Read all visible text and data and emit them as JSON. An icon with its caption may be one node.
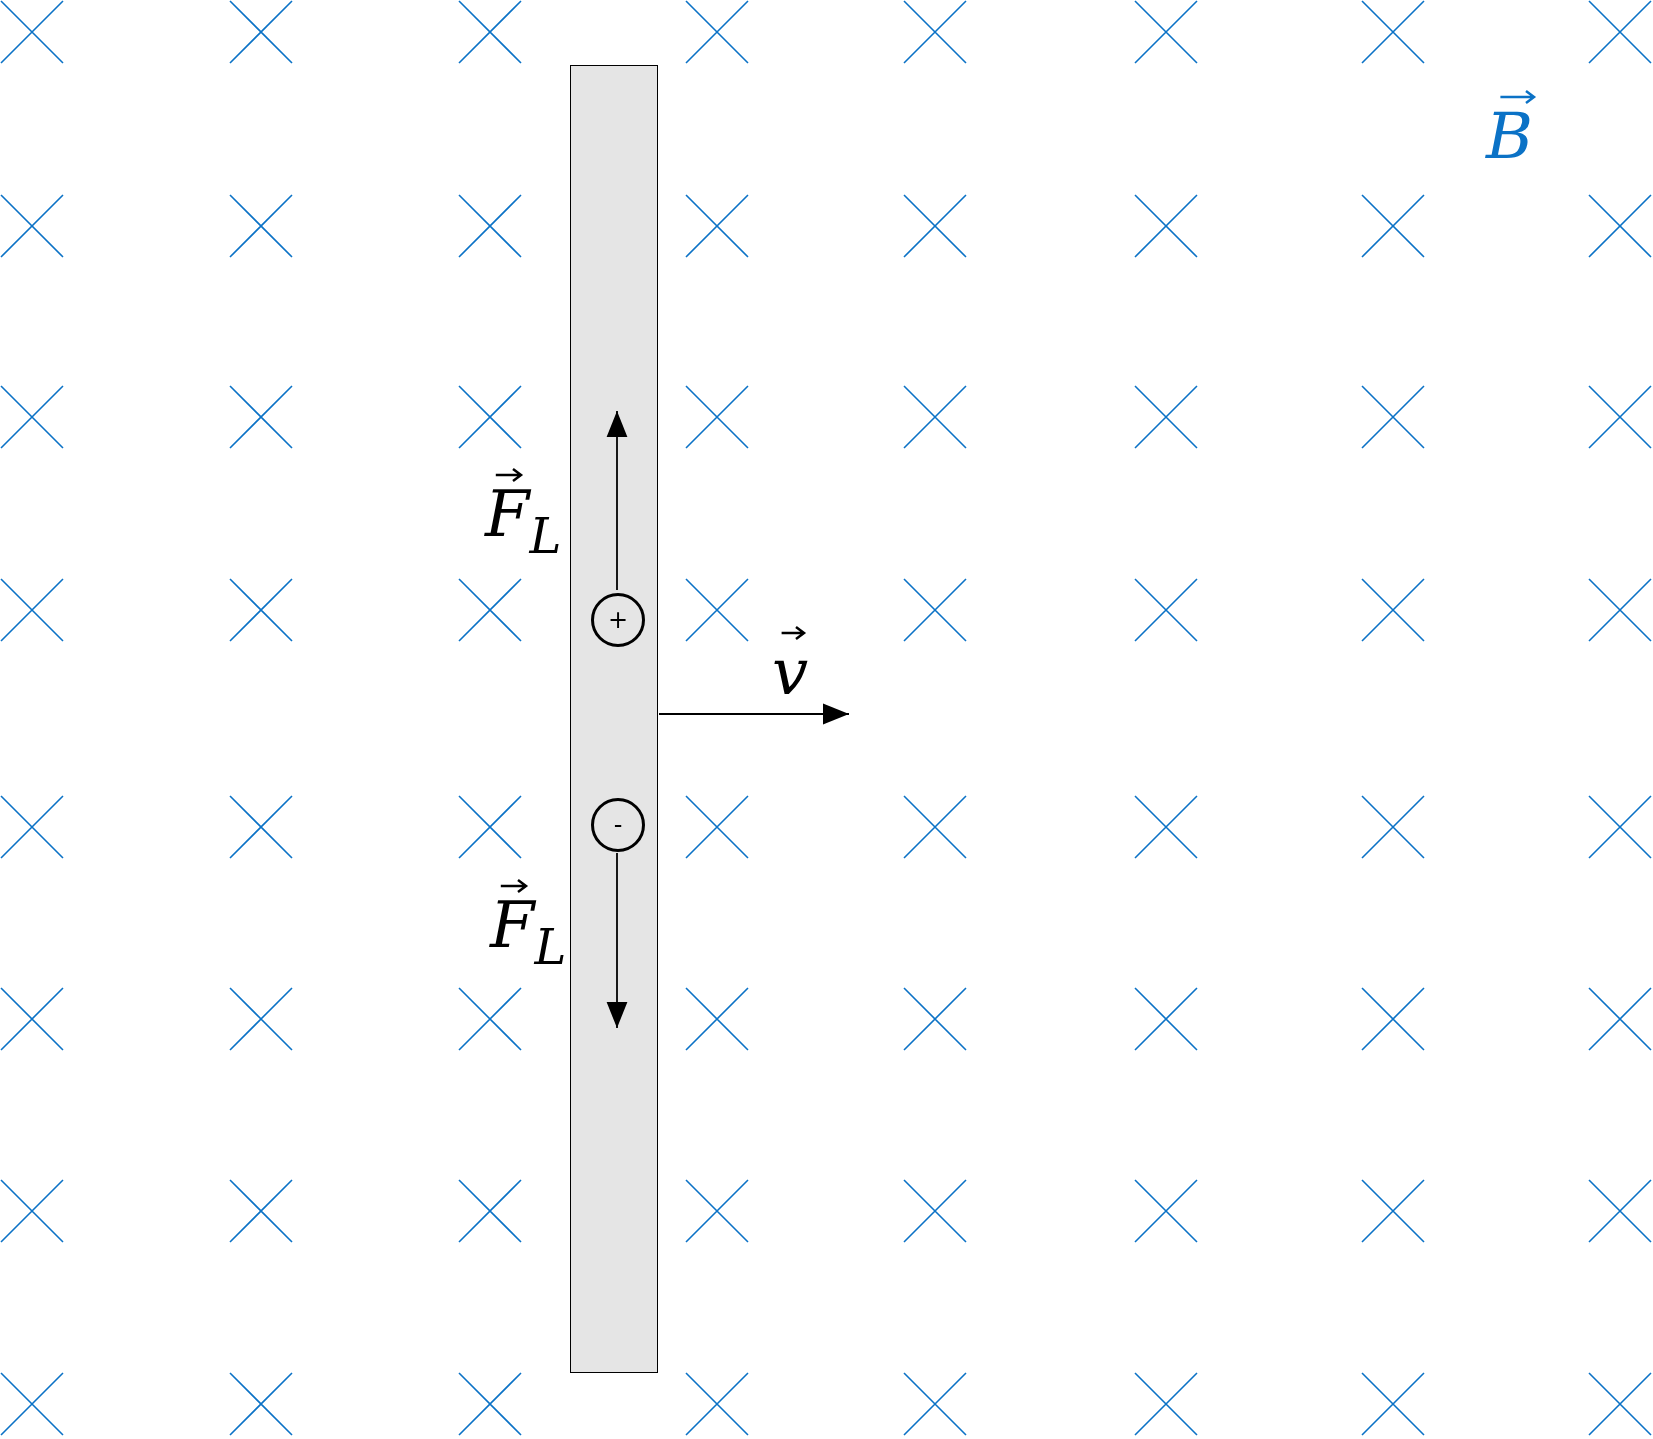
{
  "diagram": {
    "nodes": [
      {
        "text": [],
        "shape": "bar"
      },
      {
        "text": [
          "+"
        ],
        "in": 0
      },
      {
        "text": [
          "-"
        ],
        "in": 0
      }
    ],
    "edges": [],
    "labels": [
      "F$_{L}$",
      "v",
      "F$_{L}$",
      "B"
    ]
  }
}
